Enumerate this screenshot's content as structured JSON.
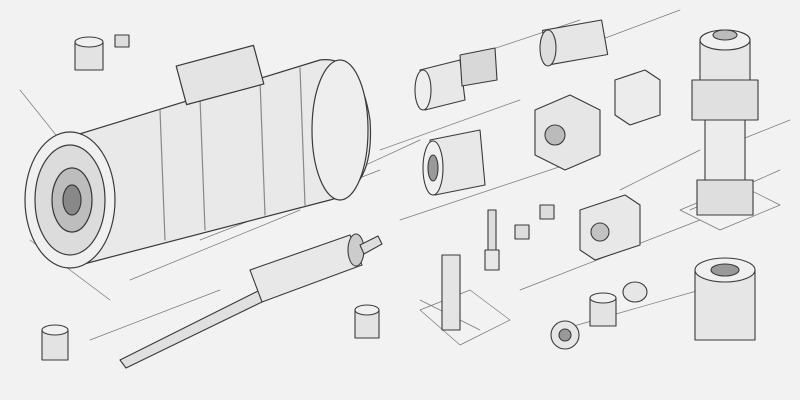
{
  "illustration": {
    "style": "pencil technical sketch, exploded view of mechanical parts",
    "colors": {
      "paper": "#f2f2f2",
      "ink": "#3a3a3a",
      "shade": "#cfcfcf",
      "light": "#e4e4e4"
    },
    "parts": [
      "main-cylinder-assembly",
      "drive-shaft",
      "vertical-spindle-assembly",
      "housing-block",
      "valve-cube",
      "bushing",
      "small-cylinder",
      "coupling",
      "flanged-ring",
      "pin",
      "nut",
      "rotor-housing"
    ]
  }
}
